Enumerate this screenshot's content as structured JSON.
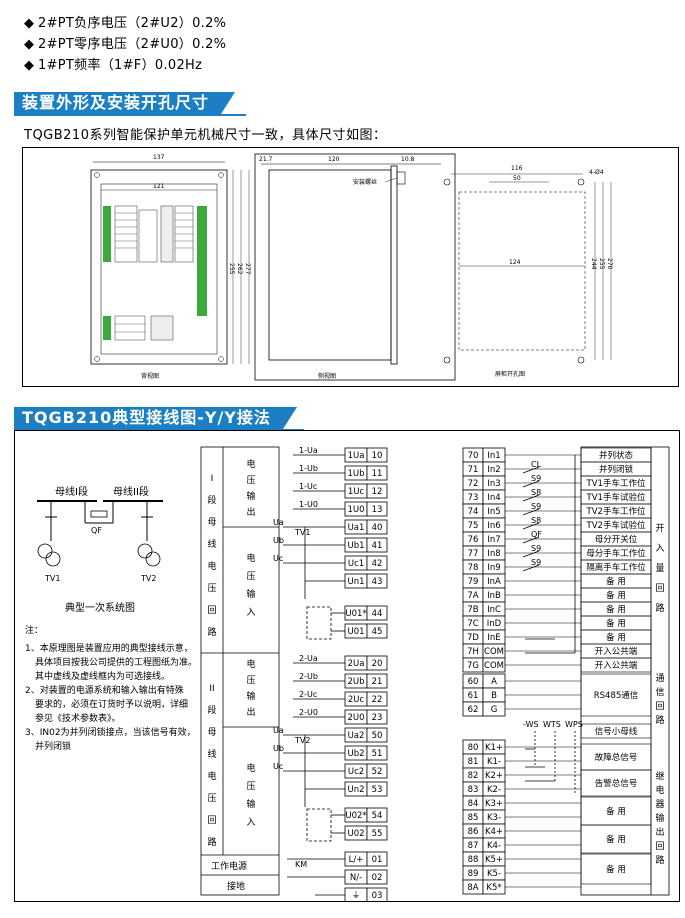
{
  "specs": [
    "2#PT负序电压（2#U2）0.2%",
    "2#PT零序电压（2#U0）0.2%",
    "1#PT频率（1#F）0.02Hz"
  ],
  "section1": {
    "title": "装置外形及安装开孔尺寸",
    "intro": "TQGB210系列智能保护单元机械尺寸一致，具体尺寸如图：",
    "front": {
      "caption": "背视图",
      "dim_top": "137",
      "dim_inner": "121",
      "dim_h1": "255",
      "dim_h2": "262",
      "dim_h3": "277"
    },
    "side": {
      "caption": "侧视图",
      "dim_left": "21.7",
      "dim_main": "120",
      "dim_right": "10.8",
      "screw": "安装螺丝"
    },
    "cutout": {
      "caption": "屏柜开孔图",
      "dim_top": "116",
      "dim_hole": "4-Ø4",
      "dim_mid": "50",
      "dim_wide": "124",
      "dim_h1": "244",
      "dim_h2": "255",
      "dim_h3": "270"
    }
  },
  "section2": {
    "title": "TQGB210典型接线图-Y/Y接法",
    "system": {
      "bus1": "母线I段",
      "bus2": "母线II段",
      "qf": "QF",
      "tv1": "TV1",
      "tv2": "TV2",
      "caption": "典型一次系统图"
    },
    "notes_title": "注：",
    "notes": [
      "1、本原理图是装置应用的典型接线示意，",
      "具体项目按我公司提供的工程图纸为准。",
      "其中虚线及虚线框内为可选接线。",
      "2、对装置的电源系统和输入输出有特殊",
      "要求的，必须在订货时予以说明，详细",
      "参见《技术参数表》。",
      "3、IN02为并列闭锁接点，当该信号有效，",
      "并列闭锁"
    ],
    "groups": [
      {
        "chars": [
          "I",
          "段",
          "母",
          "线",
          "电",
          "压",
          "回",
          "路"
        ]
      },
      {
        "chars": [
          "II",
          "段",
          "母",
          "线",
          "电",
          "压",
          "回",
          "路"
        ]
      }
    ],
    "sub_labels": [
      {
        "chars": [
          "电",
          "压",
          "输",
          "出"
        ]
      },
      {
        "chars": [
          "电",
          "压",
          "输",
          "入"
        ]
      },
      {
        "chars": [
          "电",
          "压",
          "输",
          "出"
        ]
      },
      {
        "chars": [
          "电",
          "压",
          "输",
          "入"
        ]
      }
    ],
    "power_label": "工作电源",
    "ground_label": "接地",
    "left_wires": [
      "1-Ua",
      "1-Ub",
      "1-Uc",
      "1-U0",
      "2-Ua",
      "2-Ub",
      "2-Uc",
      "2-U0",
      "Ua",
      "Ub",
      "Uc",
      "Ua",
      "Ub",
      "Uc",
      "TV1",
      "TV2",
      "KM"
    ],
    "terminals_left": [
      {
        "label": "1Ua",
        "num": "10"
      },
      {
        "label": "1Ub",
        "num": "11"
      },
      {
        "label": "1Uc",
        "num": "12"
      },
      {
        "label": "1U0",
        "num": "13"
      },
      {
        "label": "Ua1",
        "num": "40"
      },
      {
        "label": "Ub1",
        "num": "41"
      },
      {
        "label": "Uc1",
        "num": "42"
      },
      {
        "label": "Un1",
        "num": "43"
      },
      {
        "label": "U01*",
        "num": "44"
      },
      {
        "label": "U01",
        "num": "45"
      },
      {
        "label": "2Ua",
        "num": "20"
      },
      {
        "label": "2Ub",
        "num": "21"
      },
      {
        "label": "2Uc",
        "num": "22"
      },
      {
        "label": "2U0",
        "num": "23"
      },
      {
        "label": "Ua2",
        "num": "50"
      },
      {
        "label": "Ub2",
        "num": "51"
      },
      {
        "label": "Uc2",
        "num": "52"
      },
      {
        "label": "Un2",
        "num": "53"
      },
      {
        "label": "U02*",
        "num": "54"
      },
      {
        "label": "U02",
        "num": "55"
      },
      {
        "label": "L/+",
        "num": "01"
      },
      {
        "label": "N/-",
        "num": "02"
      },
      {
        "label": "⏚",
        "num": "03"
      }
    ],
    "terminals_right": [
      {
        "num": "70",
        "label": "In1"
      },
      {
        "num": "71",
        "label": "In2"
      },
      {
        "num": "72",
        "label": "In3"
      },
      {
        "num": "73",
        "label": "In4"
      },
      {
        "num": "74",
        "label": "In5"
      },
      {
        "num": "75",
        "label": "In6"
      },
      {
        "num": "76",
        "label": "In7"
      },
      {
        "num": "77",
        "label": "In8"
      },
      {
        "num": "78",
        "label": "In9"
      },
      {
        "num": "79",
        "label": "InA"
      },
      {
        "num": "7A",
        "label": "InB"
      },
      {
        "num": "7B",
        "label": "InC"
      },
      {
        "num": "7C",
        "label": "InD"
      },
      {
        "num": "7D",
        "label": "InE"
      },
      {
        "num": "7H",
        "label": "COM"
      },
      {
        "num": "7G",
        "label": "COM"
      },
      {
        "num": "60",
        "label": "A"
      },
      {
        "num": "61",
        "label": "B"
      },
      {
        "num": "62",
        "label": "G"
      },
      {
        "num": "80",
        "label": "K1+"
      },
      {
        "num": "81",
        "label": "K1-"
      },
      {
        "num": "82",
        "label": "K2+"
      },
      {
        "num": "83",
        "label": "K2-"
      },
      {
        "num": "84",
        "label": "K3+"
      },
      {
        "num": "85",
        "label": "K3-"
      },
      {
        "num": "86",
        "label": "K4+"
      },
      {
        "num": "87",
        "label": "K4-"
      },
      {
        "num": "88",
        "label": "K5+"
      },
      {
        "num": "89",
        "label": "K5-"
      },
      {
        "num": "8A",
        "label": "K5*"
      }
    ],
    "contacts": [
      "CL",
      "S9",
      "S8",
      "S9",
      "S8",
      "QF",
      "S9",
      "S9"
    ],
    "relay_tags": [
      "-WS",
      "WTS",
      "WPS"
    ],
    "right_labels": [
      "并列状态",
      "并列闭锁",
      "TV1手车工作位",
      "TV1手车试验位",
      "TV2手车工作位",
      "TV2手车试验位",
      "母分开关位",
      "母分手车工作位",
      "隔离手车工作位",
      "备 用",
      "备 用",
      "备 用",
      "备 用",
      "备 用",
      "开入公共端",
      "开入公共端",
      "RS485通信",
      "信号小母线",
      "故障总信号",
      "告警总信号",
      "备 用",
      "备 用",
      "备 用"
    ],
    "side_labels": [
      {
        "chars": [
          "开",
          "入",
          "量",
          "回",
          "路"
        ]
      },
      {
        "chars": [
          "通",
          "信",
          "回",
          "路"
        ]
      },
      {
        "chars": [
          "继",
          "电",
          "器",
          "输",
          "出",
          "回",
          "路"
        ]
      }
    ]
  }
}
